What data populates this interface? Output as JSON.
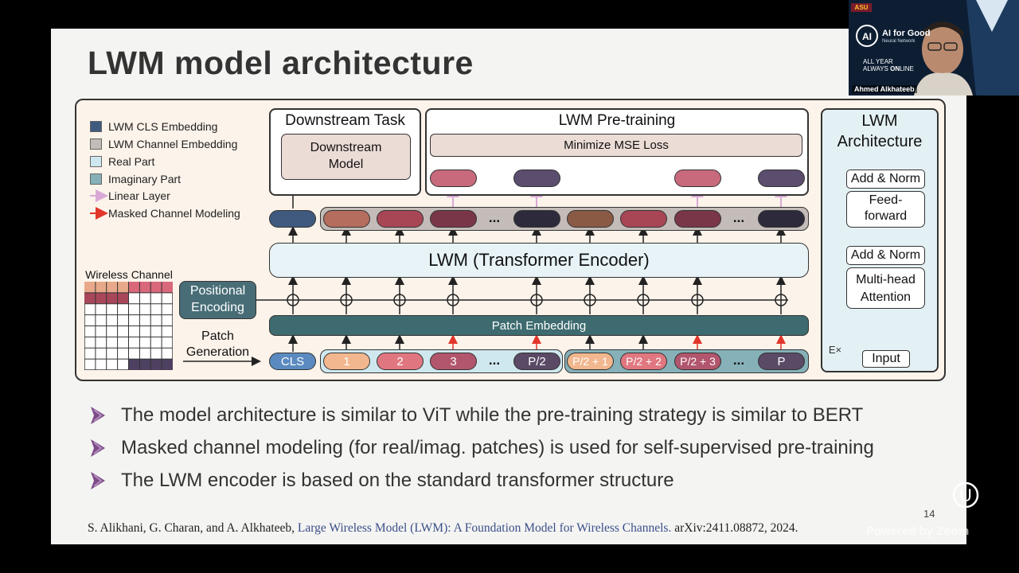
{
  "slide": {
    "title": "LWM model architecture",
    "page_number": "14",
    "bullets": [
      "The model architecture is similar to ViT while the pre-training strategy is similar to BERT",
      "Masked channel modeling (for real/imag. patches) is used for self-supervised pre-training",
      "The LWM encoder is based on the standard transformer structure"
    ],
    "citation": {
      "authors": "S. Alikhani, G. Charan, and A. Alkhateeb, ",
      "title": "Large Wireless Model (LWM): A Foundation Model for Wireless Channels.",
      "source": " arXiv:2411.08872, 2024."
    }
  },
  "diagram": {
    "legend": [
      {
        "label": "LWM CLS Embedding",
        "color": "#3f5a7e"
      },
      {
        "label": "LWM Channel Embedding",
        "color": "#c3bcb8"
      },
      {
        "label": "Real Part",
        "color": "#cfe8ef"
      },
      {
        "label": "Imaginary Part",
        "color": "#86b1b9"
      },
      {
        "label": "Linear Layer",
        "color": "#d9a9d6"
      },
      {
        "label": "Masked Channel Modeling",
        "color": "#e3362b"
      }
    ],
    "downstream_title": "Downstream Task",
    "downstream_model": [
      "Downstream",
      "Model"
    ],
    "pretraining_title": "LWM Pre-training",
    "mse_loss": "Minimize MSE Loss",
    "arch_title": [
      "LWM",
      "Architecture"
    ],
    "add_norm": "Add & Norm",
    "feed_forward": [
      "Feed-",
      "forward"
    ],
    "multi_head": [
      "Multi-head",
      "Attention"
    ],
    "input": "Input",
    "ex_label": "E×",
    "encoder": "LWM (Transformer Encoder)",
    "patch_embedding": "Patch Embedding",
    "wireless_channel": "Wireless Channel",
    "positional_encoding": [
      "Positional",
      "Encoding"
    ],
    "patch_generation": [
      "Patch",
      "Generation"
    ],
    "ellipsis": "...",
    "input_tokens": [
      "CLS",
      "1",
      "2",
      "3",
      "P/2",
      "P/2 + 1",
      "P/2 + 2",
      "P/2 + 3",
      "P"
    ]
  },
  "webcam": {
    "brand": "AI for Good",
    "brand_sub": "Neural Network",
    "tagline1": "ALL YEAR",
    "tagline2_a": "ALWAYS ",
    "tagline2_b": "ON",
    "tagline2_c": "LINE",
    "speaker": "Ahmed Alkhateeb",
    "logo_text": "ASU"
  },
  "watermark": "Powered by Zoom"
}
